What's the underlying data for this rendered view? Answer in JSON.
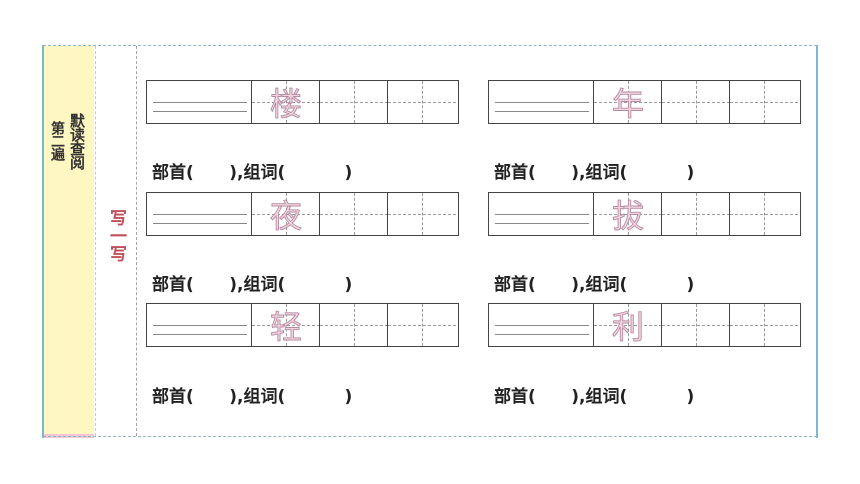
{
  "side_panel": {
    "title_line1": "默读查阅",
    "title_line2": "第二遍"
  },
  "section_label": "写一写",
  "answer_template": "部首(      ),组词(          )",
  "cells": [
    {
      "character": "楼"
    },
    {
      "character": "年"
    },
    {
      "character": "夜"
    },
    {
      "character": "拔"
    },
    {
      "character": "轻"
    },
    {
      "character": "利"
    }
  ]
}
